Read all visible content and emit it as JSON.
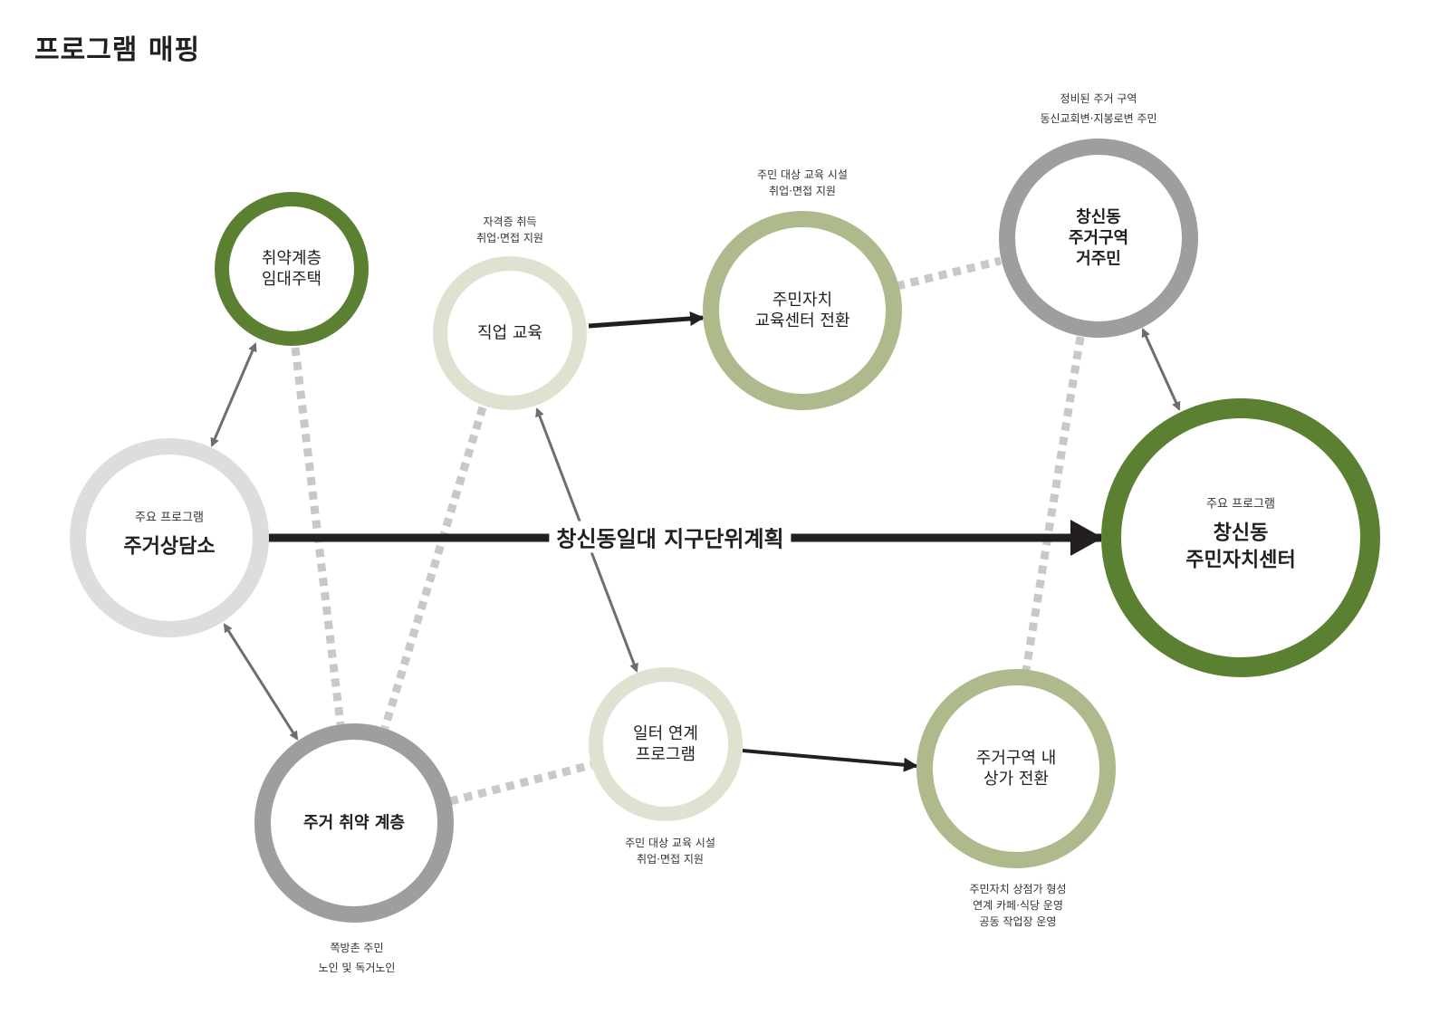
{
  "title": "프로그램 매핑",
  "center_label": "창신동일대 지구단위계획",
  "colors": {
    "dark_green": "#5b8032",
    "olive": "#afba8c",
    "pale_olive": "#dfe2d0",
    "light_gray": "#dcdedd",
    "mid_gray": "#9e9e9e",
    "connector_gray": "#6d6e71",
    "dotted": "#c8c8c8",
    "arrow_dark": "#231f20"
  },
  "nodes": {
    "housing_center": {
      "sub": "주요 프로그램",
      "lines": [
        "주거상담소"
      ]
    },
    "vulnerable_rental": {
      "lines": [
        "취약계층",
        "임대주택"
      ]
    },
    "job_education": {
      "lines": [
        "직업 교육"
      ]
    },
    "resident_center_conversion": {
      "lines": [
        "주민자치",
        "교육센터 전환"
      ]
    },
    "changsin_residents": {
      "lines": [
        "창신동",
        "주거구역",
        "거주민"
      ]
    },
    "changsin_center": {
      "sub": "주요 프로그램",
      "lines": [
        "창신동",
        "주민자치센터"
      ]
    },
    "vulnerable_housing": {
      "lines": [
        "주거 취약 계층"
      ]
    },
    "work_program": {
      "lines": [
        "일터 연계",
        "프로그램"
      ]
    },
    "commercial_conversion": {
      "lines": [
        "주거구역 내",
        "상가 전환"
      ]
    }
  },
  "captions": {
    "job_education": [
      "자격증 취득",
      "취업·면접 지원"
    ],
    "resident_center_conversion": [
      "주민 대상 교육 시설",
      "취업·면접 지원"
    ],
    "changsin_residents": [
      "정비된 주거 구역",
      "동신교회변·지봉로변 주민"
    ],
    "vulnerable_housing": [
      "쪽방촌 주민",
      "노인 및 독거노인"
    ],
    "work_program": [
      "주민 대상 교육 시설",
      "취업·면접 지원"
    ],
    "commercial_conversion": [
      "주민자치 상점가 형성",
      "연계 카페·식당 운영",
      "공동 작업장 운영"
    ]
  }
}
